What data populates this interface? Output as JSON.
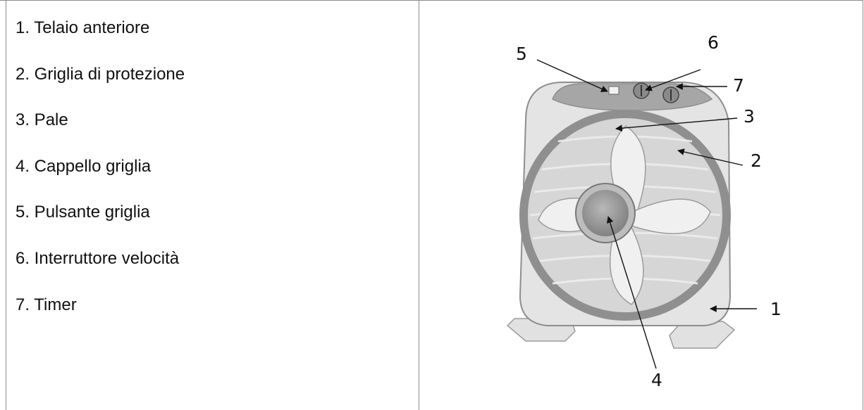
{
  "legend": {
    "items": [
      "1. Telaio anteriore",
      "2. Griglia di protezione",
      "3. Pale",
      "4. Cappello griglia",
      "5. Pulsante griglia",
      "6. Interruttore velocità",
      "7. Timer"
    ]
  },
  "figure": {
    "subject": "box-fan-icon",
    "callouts": [
      "1",
      "2",
      "3",
      "4",
      "5",
      "6",
      "7"
    ]
  },
  "colors": {
    "border": "#8c8c8c",
    "fan_body": "#e4e4e4",
    "fan_accent": "#9a9a9a",
    "text": "#111111"
  }
}
